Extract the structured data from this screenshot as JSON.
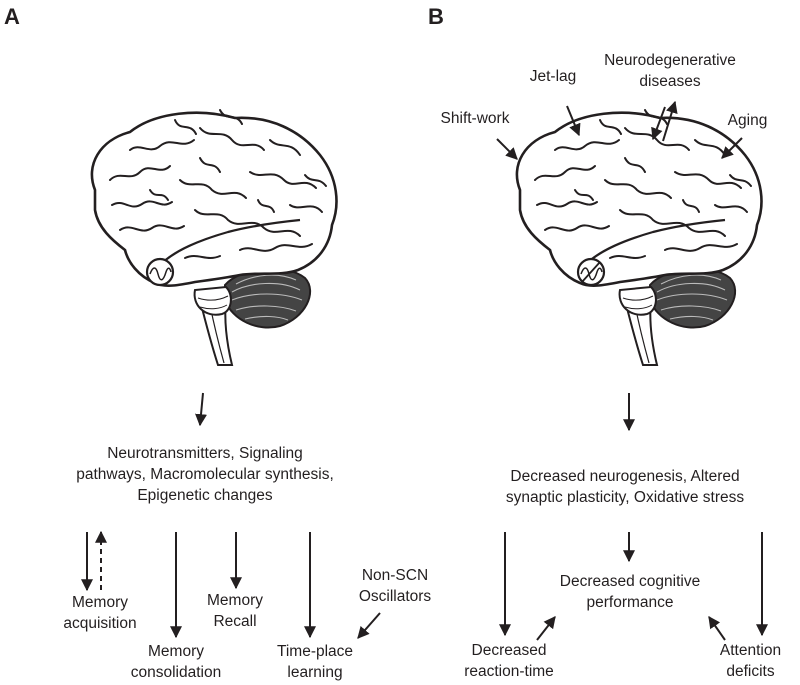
{
  "panel_a": {
    "letter": "A",
    "mechanisms": [
      "Neurotransmitters, Signaling",
      "pathways, Macromolecular synthesis,",
      "Epigenetic changes"
    ],
    "memory_acquisition": [
      "Memory",
      "acquisition"
    ],
    "memory_consolidation": [
      "Memory",
      "consolidation"
    ],
    "memory_recall": [
      "Memory",
      "Recall"
    ],
    "time_place_learning": [
      "Time-place",
      "learning"
    ],
    "non_scn_oscillators": [
      "Non-SCN",
      "Oscillators"
    ]
  },
  "panel_b": {
    "letter": "B",
    "shift_work": "Shift-work",
    "jet_lag": "Jet-lag",
    "neurodegenerative": [
      "Neurodegenerative",
      "diseases"
    ],
    "aging": "Aging",
    "mechanisms": [
      "Decreased neurogenesis, Altered",
      "synaptic plasticity, Oxidative stress"
    ],
    "cognitive_performance": [
      "Decreased cognitive",
      "performance"
    ],
    "reaction_time": [
      "Decreased",
      "reaction-time"
    ],
    "attention_deficits": [
      "Attention",
      "deficits"
    ]
  },
  "colors": {
    "ink": "#231f20",
    "background": "#ffffff"
  }
}
